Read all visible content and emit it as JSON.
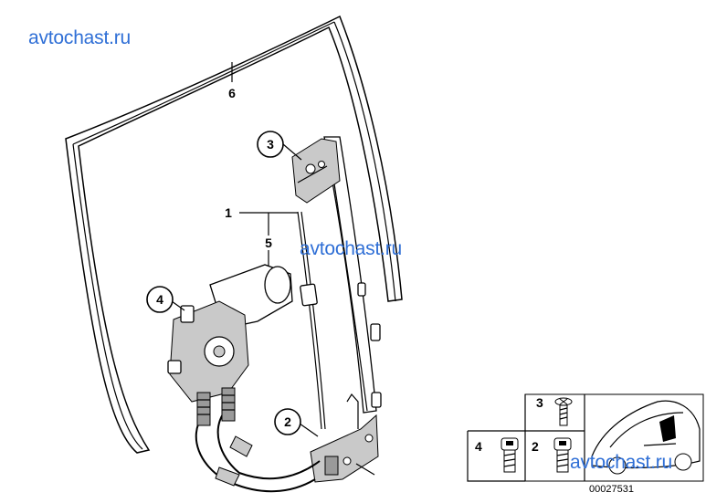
{
  "watermarks": [
    "avtochast.ru",
    "avtochast.ru",
    "avtochast.ru"
  ],
  "callouts": {
    "frame": "6",
    "regulator": "1",
    "cable": "5",
    "bracket_top": "3",
    "motor": "4",
    "bracket_bottom": "2"
  },
  "legend": {
    "screw_3": "3",
    "screw_4": "4",
    "screw_2": "2"
  },
  "diagram_id": "00027531"
}
